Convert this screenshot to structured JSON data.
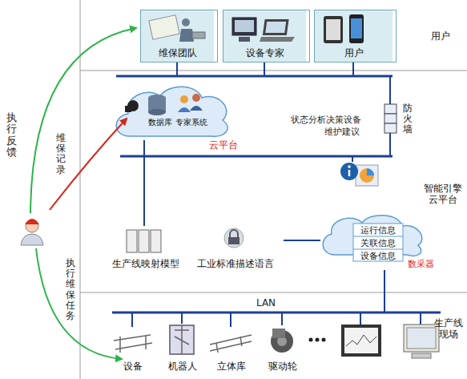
{
  "diagram": {
    "nodes": [
      {
        "text": [
          "用户"
        ]
      },
      {
        "text": [
          "维保团队"
        ],
        "in": 0
      },
      {
        "text": [
          "设备专家"
        ],
        "in": 0
      },
      {
        "text": [
          "用户"
        ],
        "in": 0
      },
      {
        "text": [
          "智能引擎 云平台"
        ]
      },
      {
        "text": [
          "数据库 专家系统",
          "云平台"
        ],
        "in": 4
      },
      {
        "text": [
          "防火墙"
        ],
        "in": 4
      },
      {
        "text": [
          "生产线映射模型"
        ],
        "in": 4
      },
      {
        "text": [
          "工业标准描述语言"
        ],
        "in": 4
      },
      {
        "text": [
          "运行信息",
          "关联信息",
          "设备信息",
          "数采器"
        ],
        "in": 4
      },
      {
        "text": [
          "生产线 现场"
        ]
      },
      {
        "text": [
          "设备"
        ],
        "in": 10
      },
      {
        "text": [
          "机器人"
        ],
        "in": 10
      },
      {
        "text": [
          "立体库"
        ],
        "in": 10
      },
      {
        "text": [
          "驱动轮"
        ],
        "in": 10
      }
    ],
    "edges": [
      {
        "from": 5,
        "to": 7,
        "arrow": "none"
      },
      {
        "from": 7,
        "to": 8,
        "arrow": "none"
      },
      {
        "from": 8,
        "to": 9,
        "arrow": "none"
      }
    ],
    "labels": [
      "执行反馈",
      "维保记录",
      "执行维保任务",
      "状态分析决策设备",
      "维护建议",
      "LAN"
    ]
  }
}
